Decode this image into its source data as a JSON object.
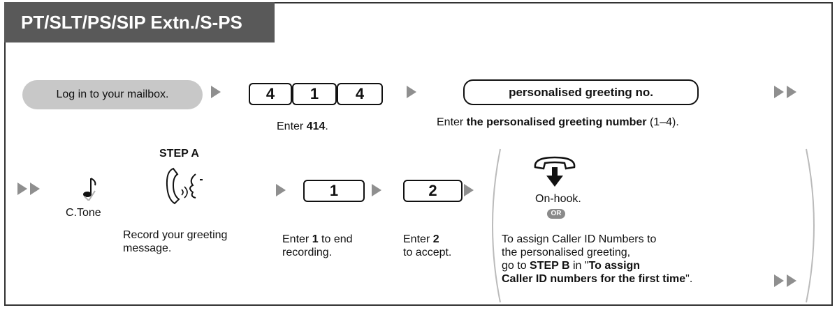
{
  "header": {
    "title": "PT/SLT/PS/SIP Extn./S-PS"
  },
  "row1": {
    "login_label": "Log in to your mailbox.",
    "keys": [
      "4",
      "1",
      "4"
    ],
    "enter_prefix": "Enter ",
    "enter_code": "414",
    "enter_suffix": ".",
    "greeting_box": "personalised greeting no.",
    "greeting_prefix": "Enter ",
    "greeting_bold": "the personalised greeting number",
    "greeting_suffix": " (1–4)."
  },
  "row2": {
    "tone_label": "C.Tone",
    "step_label": "STEP A",
    "record_text": "Record your greeting message.",
    "key1": "1",
    "key1_prefix": "Enter ",
    "key1_bold": "1",
    "key1_suffix": " to end recording.",
    "key2": "2",
    "key2_prefix": "Enter ",
    "key2_bold": "2",
    "key2_suffix": " to accept.",
    "onhook_label": "On-hook.",
    "or_badge": "OR",
    "assign_line1": "To assign Caller ID Numbers to",
    "assign_line2": "the personalised greeting,",
    "assign_line3_prefix": "go to ",
    "assign_step": "STEP B",
    "assign_in": " in \"",
    "assign_link_part1": "To assign",
    "assign_link_part2": "Caller ID numbers for the first time",
    "assign_end": "\"."
  },
  "colors": {
    "header_bg": "#595959",
    "pill_bg": "#c8c8c8",
    "arrow": "#8f8f8f"
  }
}
